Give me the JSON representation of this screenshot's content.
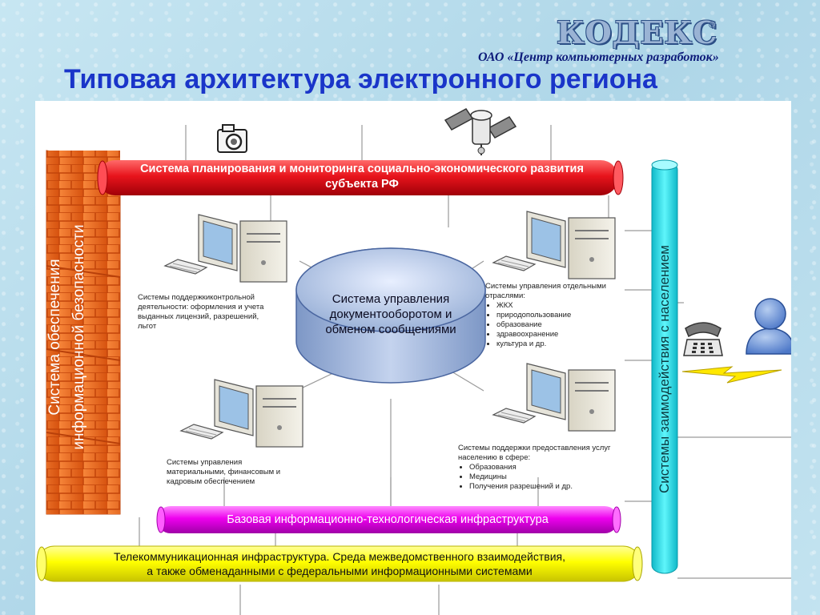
{
  "header": {
    "logo_text": "КОДЕКС",
    "logo_mark": "®",
    "company": "ОАО «Центр компьютерных разработок»",
    "title": "Типовая архитектура электронного региона"
  },
  "diagram": {
    "planning_system": "Система планирования и мониторинга социально-экономического развития субъекта РФ",
    "central_system": "Система управления документооборотом и обменом сообщениями",
    "security_wall": "Система обеспечения информационной безопасности",
    "citizen_interaction": "Системы заимодействия с населением",
    "base_infrastructure": "Базовая информационно-технологическая инфраструктура",
    "telecom_infrastructure_line1": "Телекоммуникационная инфраструктура. Среда межведомственного взаимодействия,",
    "telecom_infrastructure_line2": "а также обменаданными с федеральными информационными системами",
    "control_systems": "Системы поддержкиконтрольной деятельности: оформления и учета выданных лицензий, разрешений, льгот",
    "sector_systems": {
      "title": "Системы управления отдельными отраслями:",
      "items": [
        "ЖКХ",
        "природопользование",
        "образование",
        "здравоохранение",
        "культура и др."
      ]
    },
    "resource_systems": "Системы управления материальными, финансовым и кадровым обеспечением",
    "public_services": {
      "title": "Системы поддержки предоставления услуг населению в сфере:",
      "items": [
        "Образования",
        "Медицины",
        "Получения разрешений и др."
      ]
    }
  },
  "colors": {
    "title_blue": "#1a35c9",
    "planning_red": "#e8141c",
    "base_magenta": "#ee00ee",
    "telecom_yellow": "#ffff00",
    "citizen_cyan": "#22e8f0",
    "brick_orange": "#f26a1b",
    "disk_blue": "#9bb2d8"
  }
}
